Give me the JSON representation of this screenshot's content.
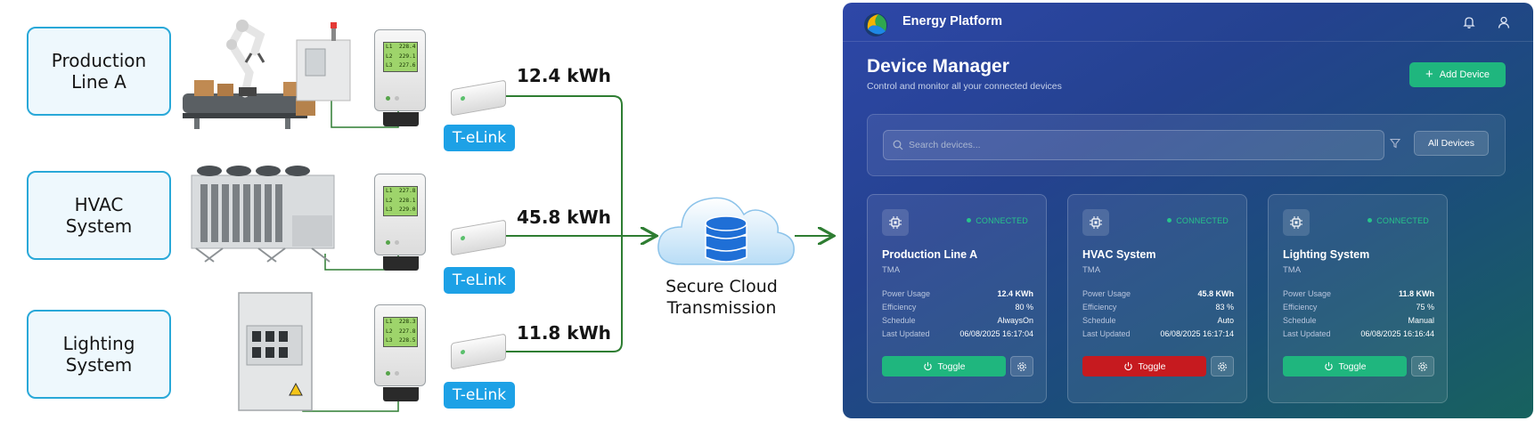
{
  "diagram": {
    "sources": [
      {
        "line1": "Production",
        "line2": "Line A",
        "energy": "12.4 kWh",
        "meter_lines": [
          "L1  228.4 V",
          "L2  229.1 V",
          "L3  227.6 V"
        ]
      },
      {
        "line1": "HVAC",
        "line2": "System",
        "energy": "45.8 kWh",
        "meter_lines": [
          "L1  227.8 V",
          "L2  228.1 V",
          "L3  229.0 V"
        ]
      },
      {
        "line1": "Lighting",
        "line2": "System",
        "energy": "11.8 kWh",
        "meter_lines": [
          "L1  228.3 V",
          "L2  227.8 V",
          "L3  228.5 V"
        ]
      }
    ],
    "gateway_label": "T-eLink",
    "cloud_caption": {
      "line1": "Secure Cloud",
      "line2": "Transmission"
    },
    "line_color": "#2e7d32",
    "badge_color": "#1da1e6"
  },
  "app": {
    "title": "Energy Platform",
    "header_icons": [
      "bell-icon",
      "user-icon"
    ],
    "page_title": "Device Manager",
    "page_subtitle": "Control and monitor all your connected devices",
    "add_button": "Add Device",
    "search_placeholder": "Search devices...",
    "filter_label": "All Devices",
    "labels": {
      "power": "Power Usage",
      "efficiency": "Efficiency",
      "schedule": "Schedule",
      "updated": "Last Updated"
    },
    "toggle_label": "Toggle",
    "devices": [
      {
        "name": "Production Line A",
        "type": "TMA",
        "status": "CONNECTED",
        "power": "12.4 KWh",
        "efficiency": "80 %",
        "schedule": "AlwaysOn",
        "updated": "06/08/2025 16:17:04",
        "toggle_state": "on"
      },
      {
        "name": "HVAC System",
        "type": "TMA",
        "status": "CONNECTED",
        "power": "45.8 KWh",
        "efficiency": "83 %",
        "schedule": "Auto",
        "updated": "06/08/2025 16:17:14",
        "toggle_state": "off"
      },
      {
        "name": "Lighting System",
        "type": "TMA",
        "status": "CONNECTED",
        "power": "11.8 KWh",
        "efficiency": "75 %",
        "schedule": "Manual",
        "updated": "06/08/2025 16:16:44",
        "toggle_state": "on"
      }
    ],
    "colors": {
      "accent_green": "#1fb67e",
      "toggle_red": "#c61a1f",
      "connected": "#27c48a"
    }
  }
}
